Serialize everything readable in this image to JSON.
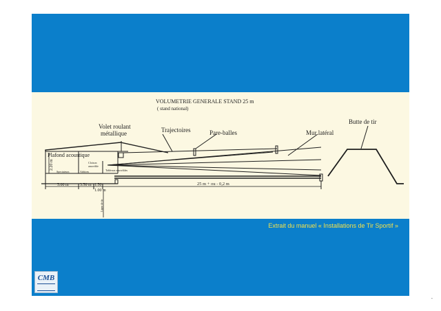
{
  "colors": {
    "panel": "#0b7fcb",
    "drawing_bg": "#fcf8e2",
    "caption": "#f4e24a",
    "ink": "#1d1d1d"
  },
  "diagram": {
    "title": "VOLUMETRIE GENERALE STAND 25 m",
    "subtitle": "( stand national)",
    "labels": {
      "volet": "Volet roulant",
      "volet2": "métallique",
      "trajectoires": "Trajectoires",
      "pareballes": "Pare-balles",
      "murlateral": "Mur latéral",
      "butte": "Butte de tir",
      "plafond": "Plafond acoustique",
      "height": "2.20 m",
      "cloison1": "Cloison",
      "cloison2": "amovible",
      "spectateurs": "Spectateurs",
      "arbitres": "Arbitres",
      "tableaux": "Tableaux amovibles",
      "ligne": "Ligne de tir"
    },
    "dimensions": {
      "d1": "5.00 m",
      "d2": "3.50 m",
      "d3": "1.50",
      "d4": "1.00 m",
      "d5": "25 m + ou - 0,2 m"
    }
  },
  "caption": "Extrait du manuel « Installations de Tir Sportif »",
  "logo": {
    "text": "CMB"
  },
  "corner_mark": "-"
}
